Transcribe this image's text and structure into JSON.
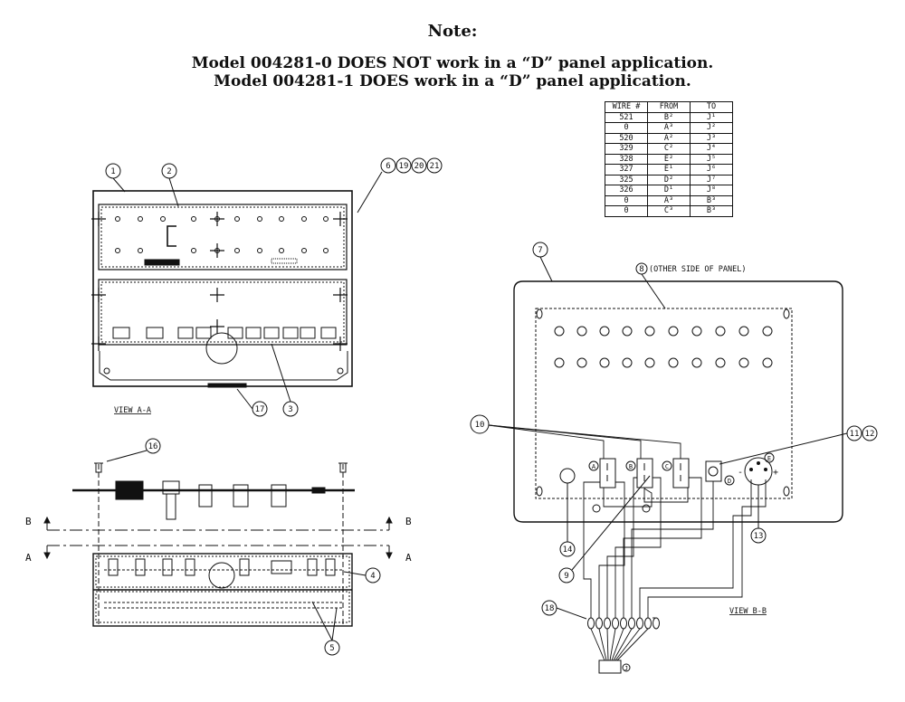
{
  "note": {
    "title": "Note:",
    "line1": "Model 004281-0 DOES NOT work in a “D” panel application.",
    "line2": "Model 004281-1 DOES work in a “D” panel application."
  },
  "wire_table": {
    "headers": [
      "WIRE #",
      "FROM",
      "TO"
    ],
    "rows": [
      [
        "521",
        "B²",
        "J¹"
      ],
      [
        "0",
        "A³",
        "J²"
      ],
      [
        "520",
        "A²",
        "J³"
      ],
      [
        "329",
        "C²",
        "J⁴"
      ],
      [
        "328",
        "E²",
        "J⁵"
      ],
      [
        "327",
        "E¹",
        "J⁶"
      ],
      [
        "325",
        "D²",
        "J⁷"
      ],
      [
        "326",
        "D¹",
        "J⁸"
      ],
      [
        "0",
        "A³",
        "B³"
      ],
      [
        "0",
        "C³",
        "B³"
      ]
    ]
  },
  "labels": {
    "view_aa": "VIEW A-A",
    "view_bb": "VIEW B-B",
    "other_side": "(OTHER SIDE OF PANEL)",
    "section_a": "A",
    "section_b": "B",
    "switch_a": "A",
    "switch_b": "B",
    "switch_c": "C",
    "conn_d": "D",
    "conn_e": "E",
    "conn_j": "J"
  },
  "callouts": {
    "c1": "1",
    "c2": "2",
    "c3": "3",
    "c4": "4",
    "c5": "5",
    "c6": "6",
    "c19": "19",
    "c20": "20",
    "c21": "21",
    "c7": "7",
    "c8": "8",
    "c9": "9",
    "c10": "10",
    "c11": "11",
    "c12": "12",
    "c13": "13",
    "c14": "14",
    "c16": "16",
    "c17": "17",
    "c18": "18"
  }
}
